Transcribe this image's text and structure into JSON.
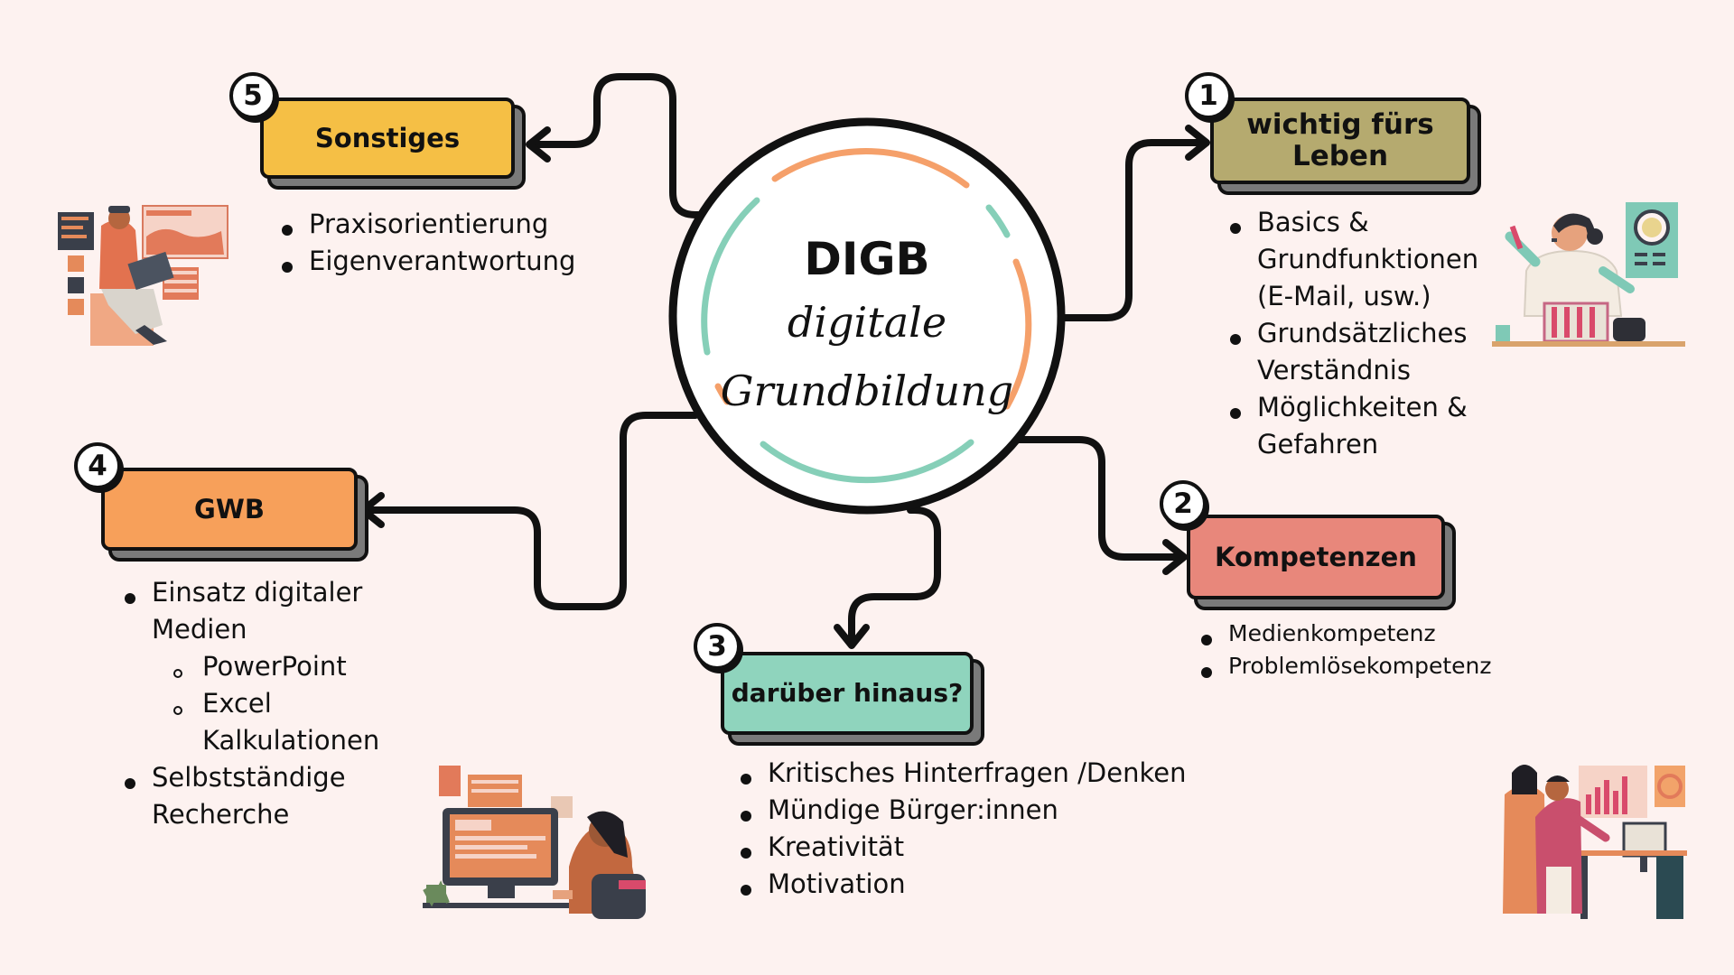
{
  "center": {
    "title": "DIGB",
    "line1": "digitale",
    "line2": "Grundbildung"
  },
  "nodes": [
    {
      "number": "1",
      "label": "wichtig fürs Leben",
      "color": "#b5aa6f",
      "items": [
        {
          "text": "Basics & Grundfunktionen (E-Mail, usw.)"
        },
        {
          "text": "Grundsätzliches Verständnis"
        },
        {
          "text": "Möglichkeiten & Gefahren"
        }
      ]
    },
    {
      "number": "2",
      "label": "Kompetenzen",
      "color": "#e8877b",
      "items": [
        {
          "text": "Medienkompetenz"
        },
        {
          "text": "Problemlösekompetenz"
        }
      ]
    },
    {
      "number": "3",
      "label": "darüber hinaus?",
      "color": "#8fd4bd",
      "items": [
        {
          "text": "Kritisches Hinterfragen /Denken"
        },
        {
          "text": "Mündige Bürger:innen"
        },
        {
          "text": "Kreativität"
        },
        {
          "text": "Motivation"
        }
      ]
    },
    {
      "number": "4",
      "label": "GWB",
      "color": "#f7a05a",
      "items": [
        {
          "text": "Einsatz digitaler Medien",
          "sub": [
            "PowerPoint",
            "Excel Kalkulationen"
          ]
        },
        {
          "text": "Selbstständige Recherche"
        }
      ]
    },
    {
      "number": "5",
      "label": "Sonstiges",
      "color": "#f5bf45",
      "items": [
        {
          "text": "Praxisorientierung"
        },
        {
          "text": "Eigenverantwortung"
        }
      ]
    }
  ],
  "illustrations": [
    {
      "name": "laptop-person-illustration"
    },
    {
      "name": "scientist-illustration"
    },
    {
      "name": "desk-computer-illustration"
    },
    {
      "name": "presentation-illustration"
    }
  ],
  "colors": {
    "background": "#fdf2f0",
    "ring_orange": "#f5a06a",
    "ring_teal": "#86cfb8",
    "outline": "#111111"
  }
}
